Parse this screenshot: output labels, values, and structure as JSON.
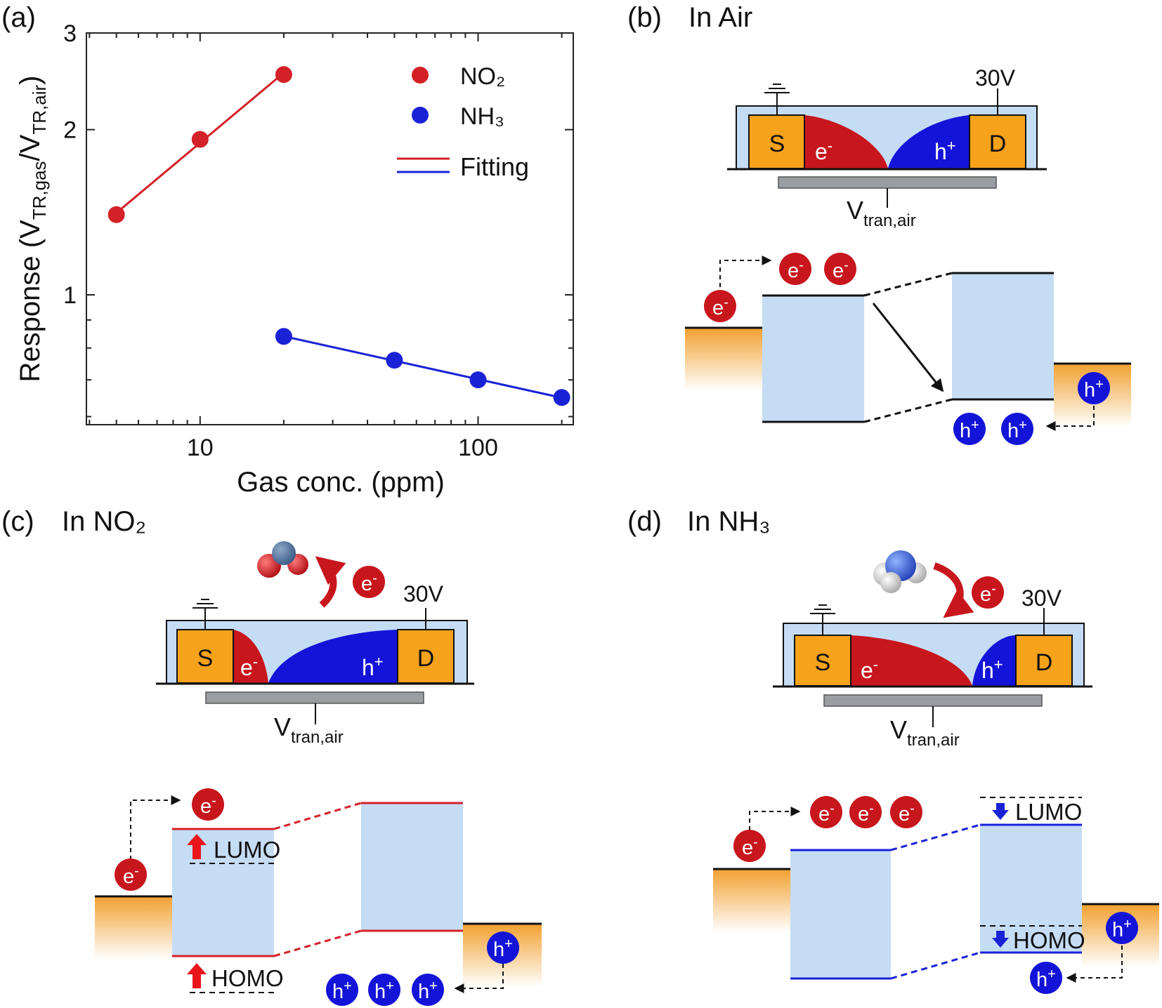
{
  "panels": {
    "a": {
      "label": "(a)"
    },
    "b": {
      "label": "(b)",
      "title": "In Air"
    },
    "c": {
      "label": "(c)",
      "title": "In NO₂"
    },
    "d": {
      "label": "(d)",
      "title": "In NH₃"
    }
  },
  "device": {
    "source": "S",
    "drain": "D",
    "voltage": "30V",
    "electron": "e",
    "hole": "h",
    "minus": "-",
    "plus": "+",
    "gate_main": "V",
    "gate_sub": "tran,air"
  },
  "levels": {
    "lumo": "LUMO",
    "homo": "HOMO"
  },
  "colors": {
    "electron": "#c8161d",
    "hole": "#1414d8",
    "electrode": "#f7a21b",
    "film": "#c5dcf5",
    "gate": "#9a9ea3",
    "no2_line": "#d42027",
    "nh3_line": "#1a22d6"
  },
  "chart_data": {
    "type": "scatter",
    "x_scale": "log",
    "y_scale": "log",
    "xlabel": "Gas conc. (ppm)",
    "ylabel": {
      "main": "Response (V",
      "s1": "TR,gas",
      "mid": "/V",
      "s2": "TR,air",
      "end": ")"
    },
    "xlim": [
      3.9,
      220
    ],
    "ylim": [
      0.58,
      3.0
    ],
    "xticks": [
      10,
      100
    ],
    "yticks": [
      1,
      2,
      3
    ],
    "series": [
      {
        "name": "NO₂",
        "color": "#d42027",
        "x": [
          5,
          10,
          20
        ],
        "y": [
          1.4,
          1.92,
          2.52
        ]
      },
      {
        "name": "NH₃",
        "color": "#1a22d6",
        "x": [
          20,
          50,
          100,
          200
        ],
        "y": [
          0.84,
          0.76,
          0.7,
          0.65
        ]
      }
    ],
    "fit_label": "Fitting",
    "legend_position": "top-right"
  }
}
